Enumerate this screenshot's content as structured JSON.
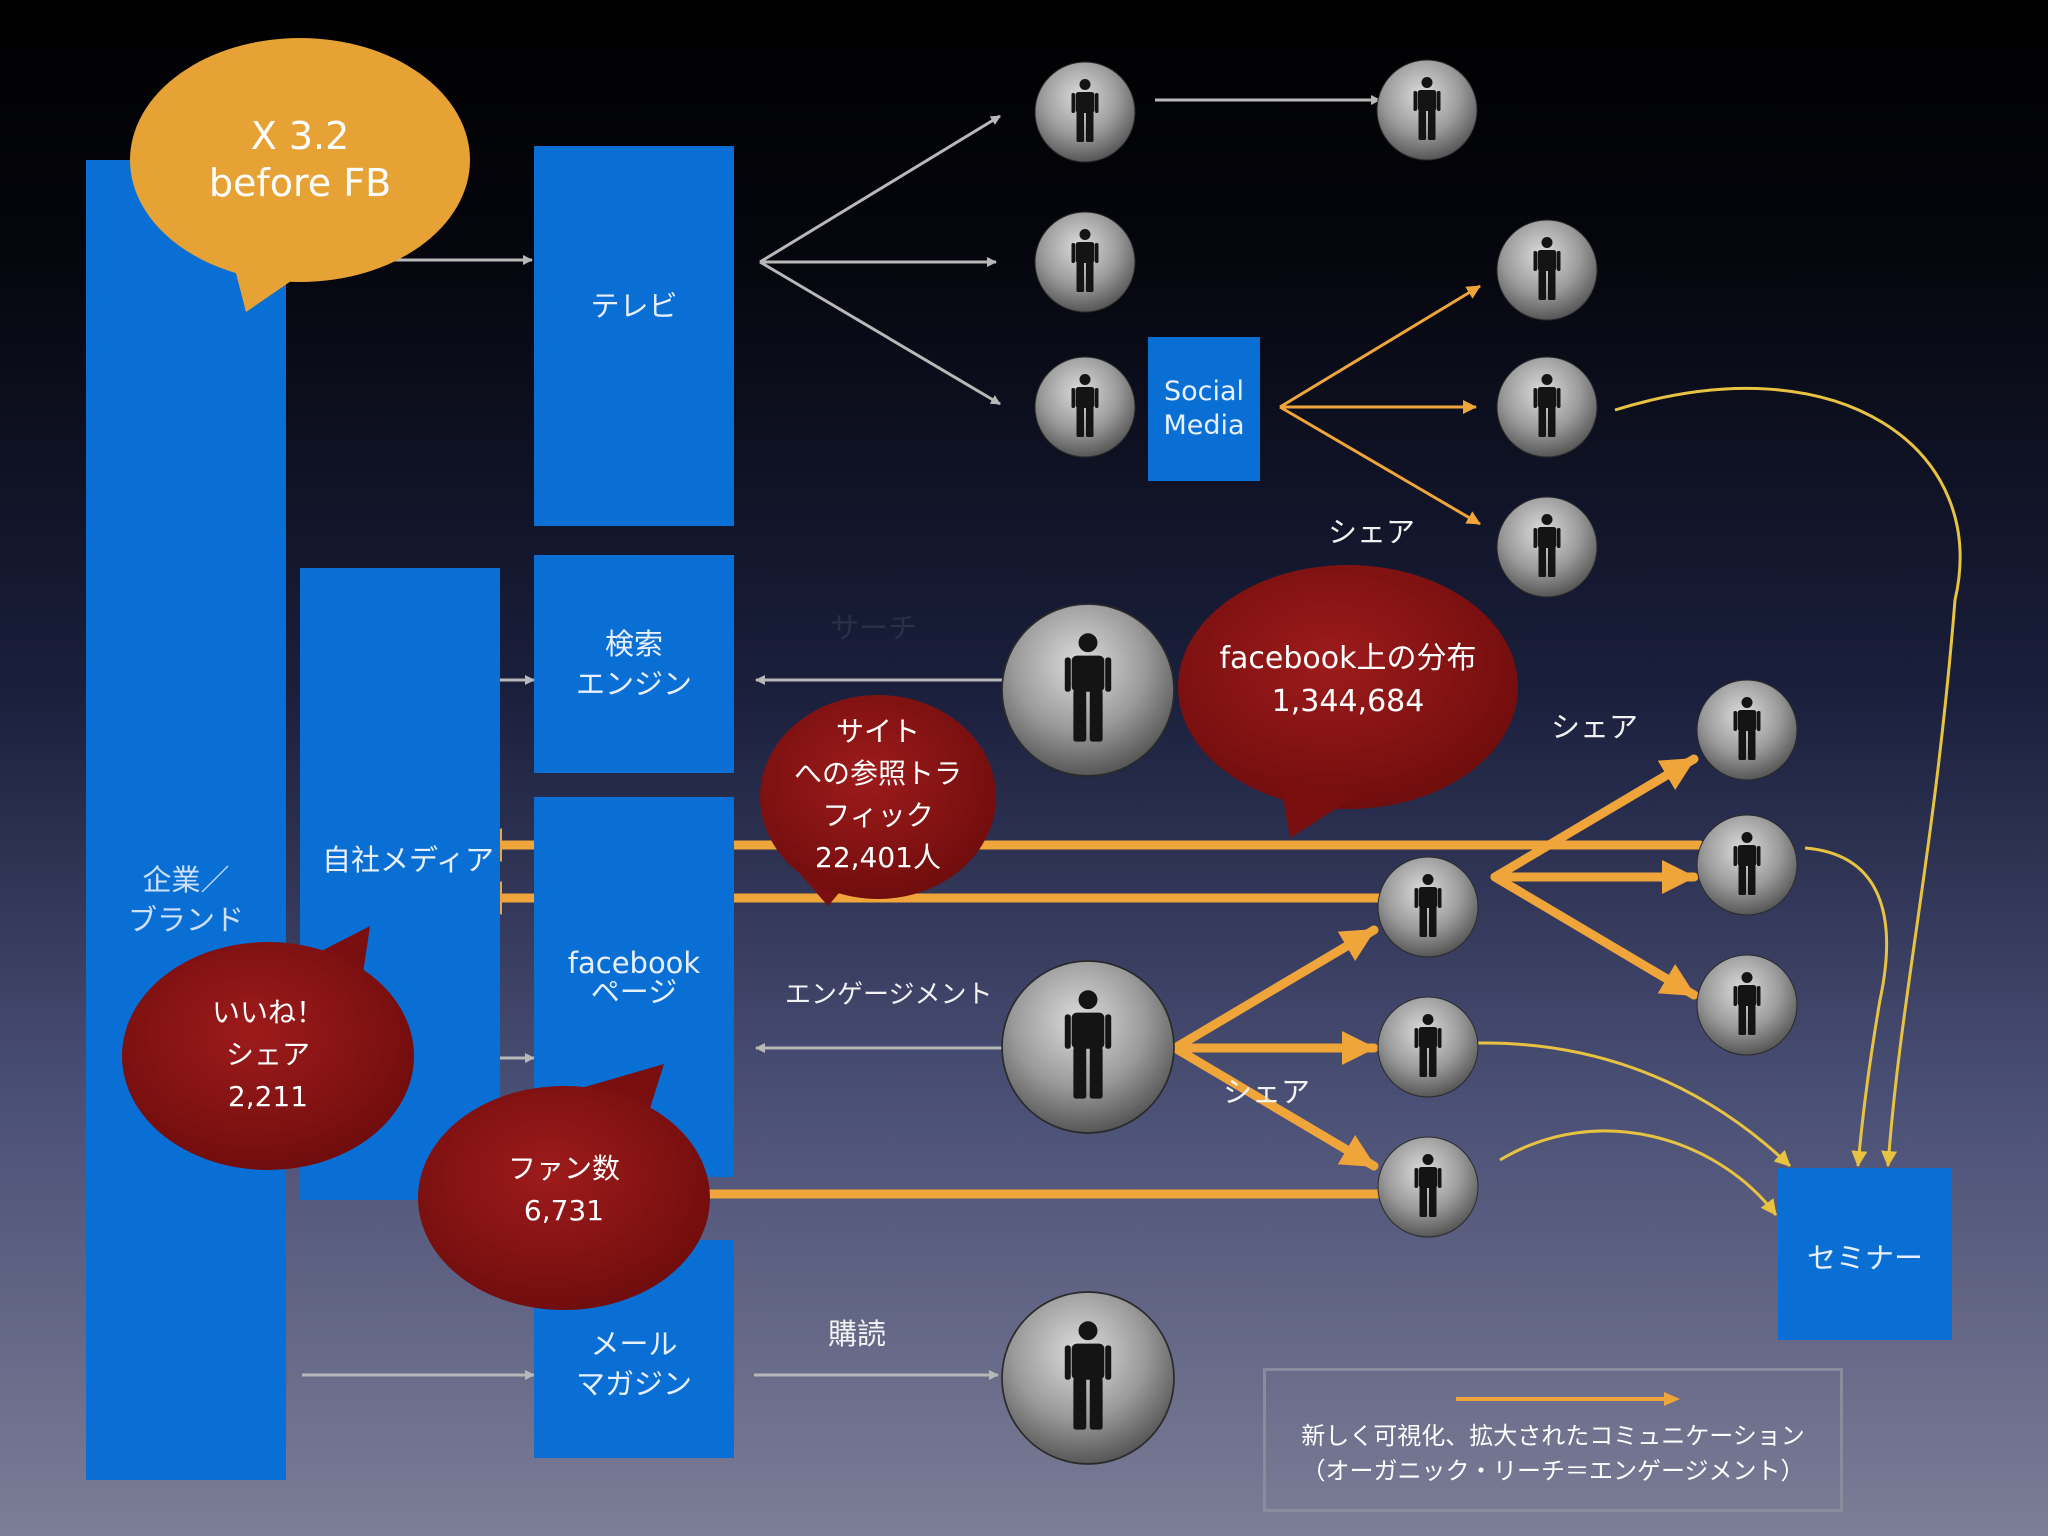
{
  "boxes": {
    "brand": "企業／\nブランド",
    "owned_media": "自社メディア",
    "tv": "テレビ",
    "search_engine": "検索\nエンジン",
    "facebook_page": "facebook\nページ",
    "mail_magazine": "メール\nマガジン",
    "social_media": "Social\nMedia",
    "seminar": "セミナー"
  },
  "labels": {
    "share_top": "シェア",
    "search": "サーチ",
    "share_right": "シェア",
    "engagement": "エンゲージメント",
    "share_mid": "シェア",
    "subscribe": "購読"
  },
  "bubbles": {
    "multiplier": "X 3.2\nbefore FB",
    "distribution": "facebook上の分布\n1,344,684",
    "referral": "サイト\nへの参照トラ\nフィック\n22,401人",
    "likes": "いいね！\nシェア\n2,211",
    "fans": "ファン数\n6,731"
  },
  "legend": {
    "text": "新しく可視化、拡大されたコミュニケーション\n（オーガニック・リーチ＝エンゲージメント）"
  },
  "colors": {
    "box_blue": "#0a6fd4",
    "bubble_orange": "#e6a234",
    "bubble_red": "#8b1212",
    "arrow_orange": "#f0a53a",
    "arrow_yellow": "#e8c341",
    "arrow_gray": "#b8b8b8"
  },
  "icons": {
    "person": "person-icon"
  }
}
